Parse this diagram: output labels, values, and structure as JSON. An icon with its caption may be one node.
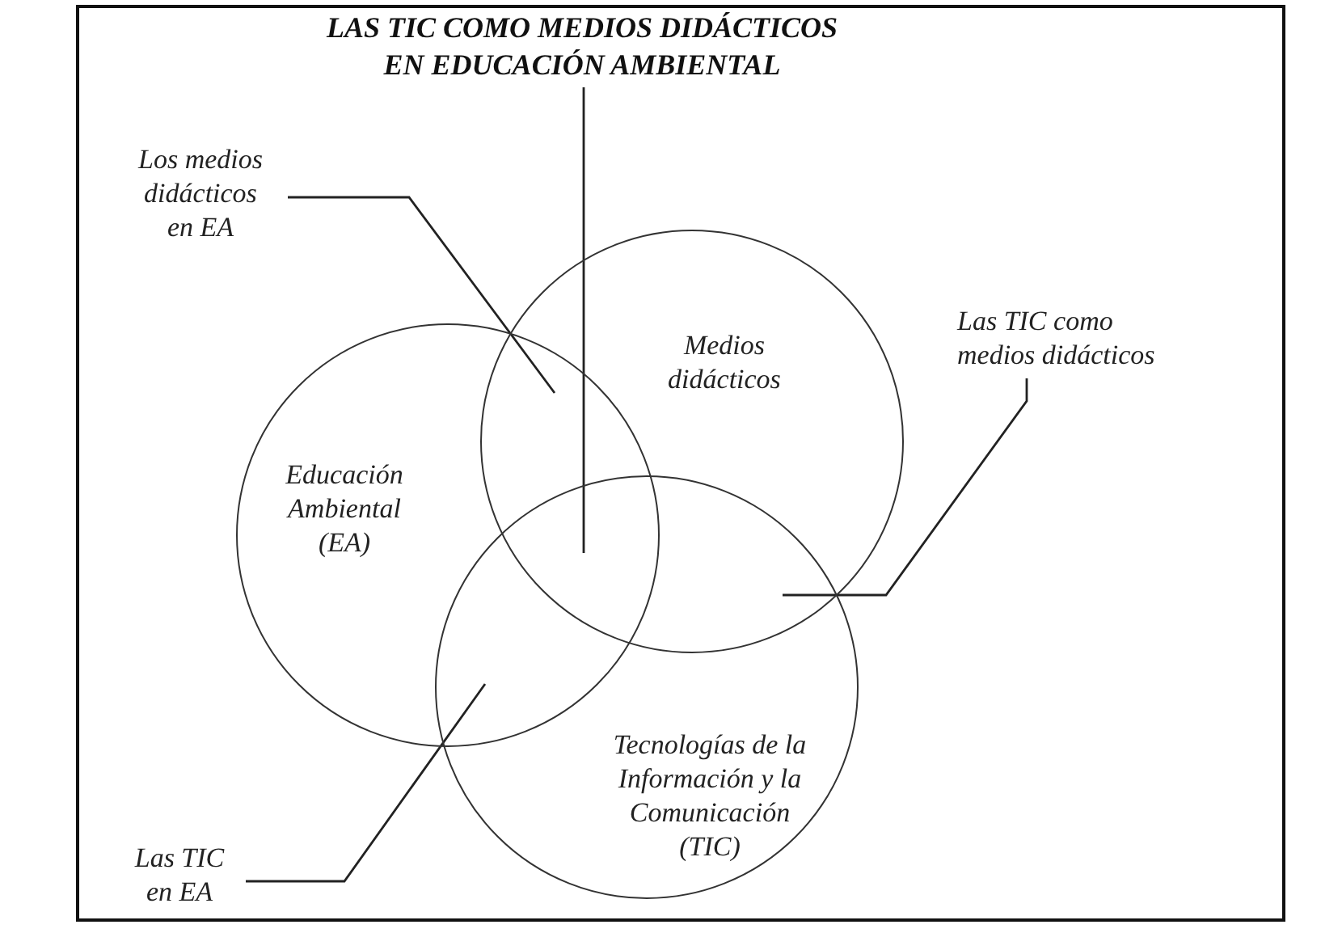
{
  "diagram": {
    "nodes": [
      {
        "text": [
          "LAS TIC COMO MEDIOS DIDÁCTICOS EN EDUCACIÓN AMBIENTAL"
        ]
      },
      {
        "text": [
          "Los medios didácticos en EA"
        ]
      },
      {
        "text": [
          "Medios didácticos"
        ]
      },
      {
        "text": [
          "Educación Ambiental (EA)"
        ]
      },
      {
        "text": [
          "Las TIC como medios didácticos"
        ]
      },
      {
        "text": [
          "Tecnologías de la Información y la Comunicación (TIC)"
        ]
      },
      {
        "text": [
          "Las TIC en EA"
        ]
      }
    ],
    "edges": [
      {
        "from": 0,
        "to": 2,
        "arrow": "none"
      },
      {
        "from": 1,
        "to": 2,
        "arrow": "none"
      },
      {
        "from": 4,
        "to": 2,
        "arrow": "none"
      },
      {
        "from": 6,
        "to": 3,
        "arrow": "none"
      }
    ]
  }
}
